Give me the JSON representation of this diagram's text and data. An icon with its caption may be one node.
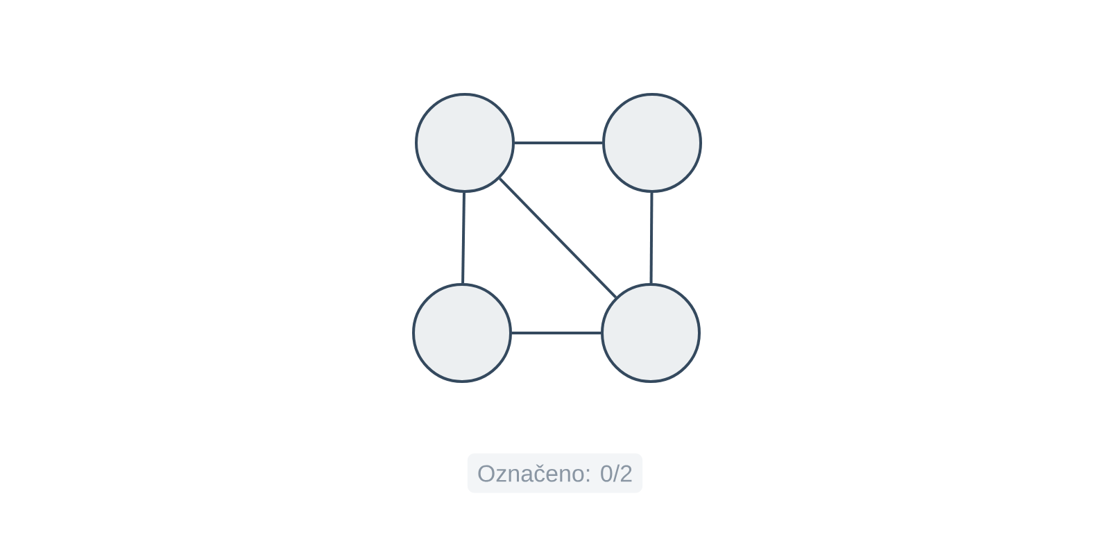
{
  "diagram": {
    "nodes": [
      {
        "text": [],
        "shape": "circle"
      },
      {
        "text": [],
        "shape": "circle"
      },
      {
        "text": [],
        "shape": "circle"
      },
      {
        "text": [],
        "shape": "circle"
      }
    ],
    "edges": [
      {
        "from": 0,
        "to": 1,
        "arrow": "none"
      },
      {
        "from": 0,
        "to": 2,
        "arrow": "none"
      },
      {
        "from": 0,
        "to": 3,
        "arrow": "none"
      },
      {
        "from": 1,
        "to": 3,
        "arrow": "none"
      },
      {
        "from": 2,
        "to": 3,
        "arrow": "none"
      }
    ],
    "labels": [
      "Označeno: 0/2"
    ]
  }
}
